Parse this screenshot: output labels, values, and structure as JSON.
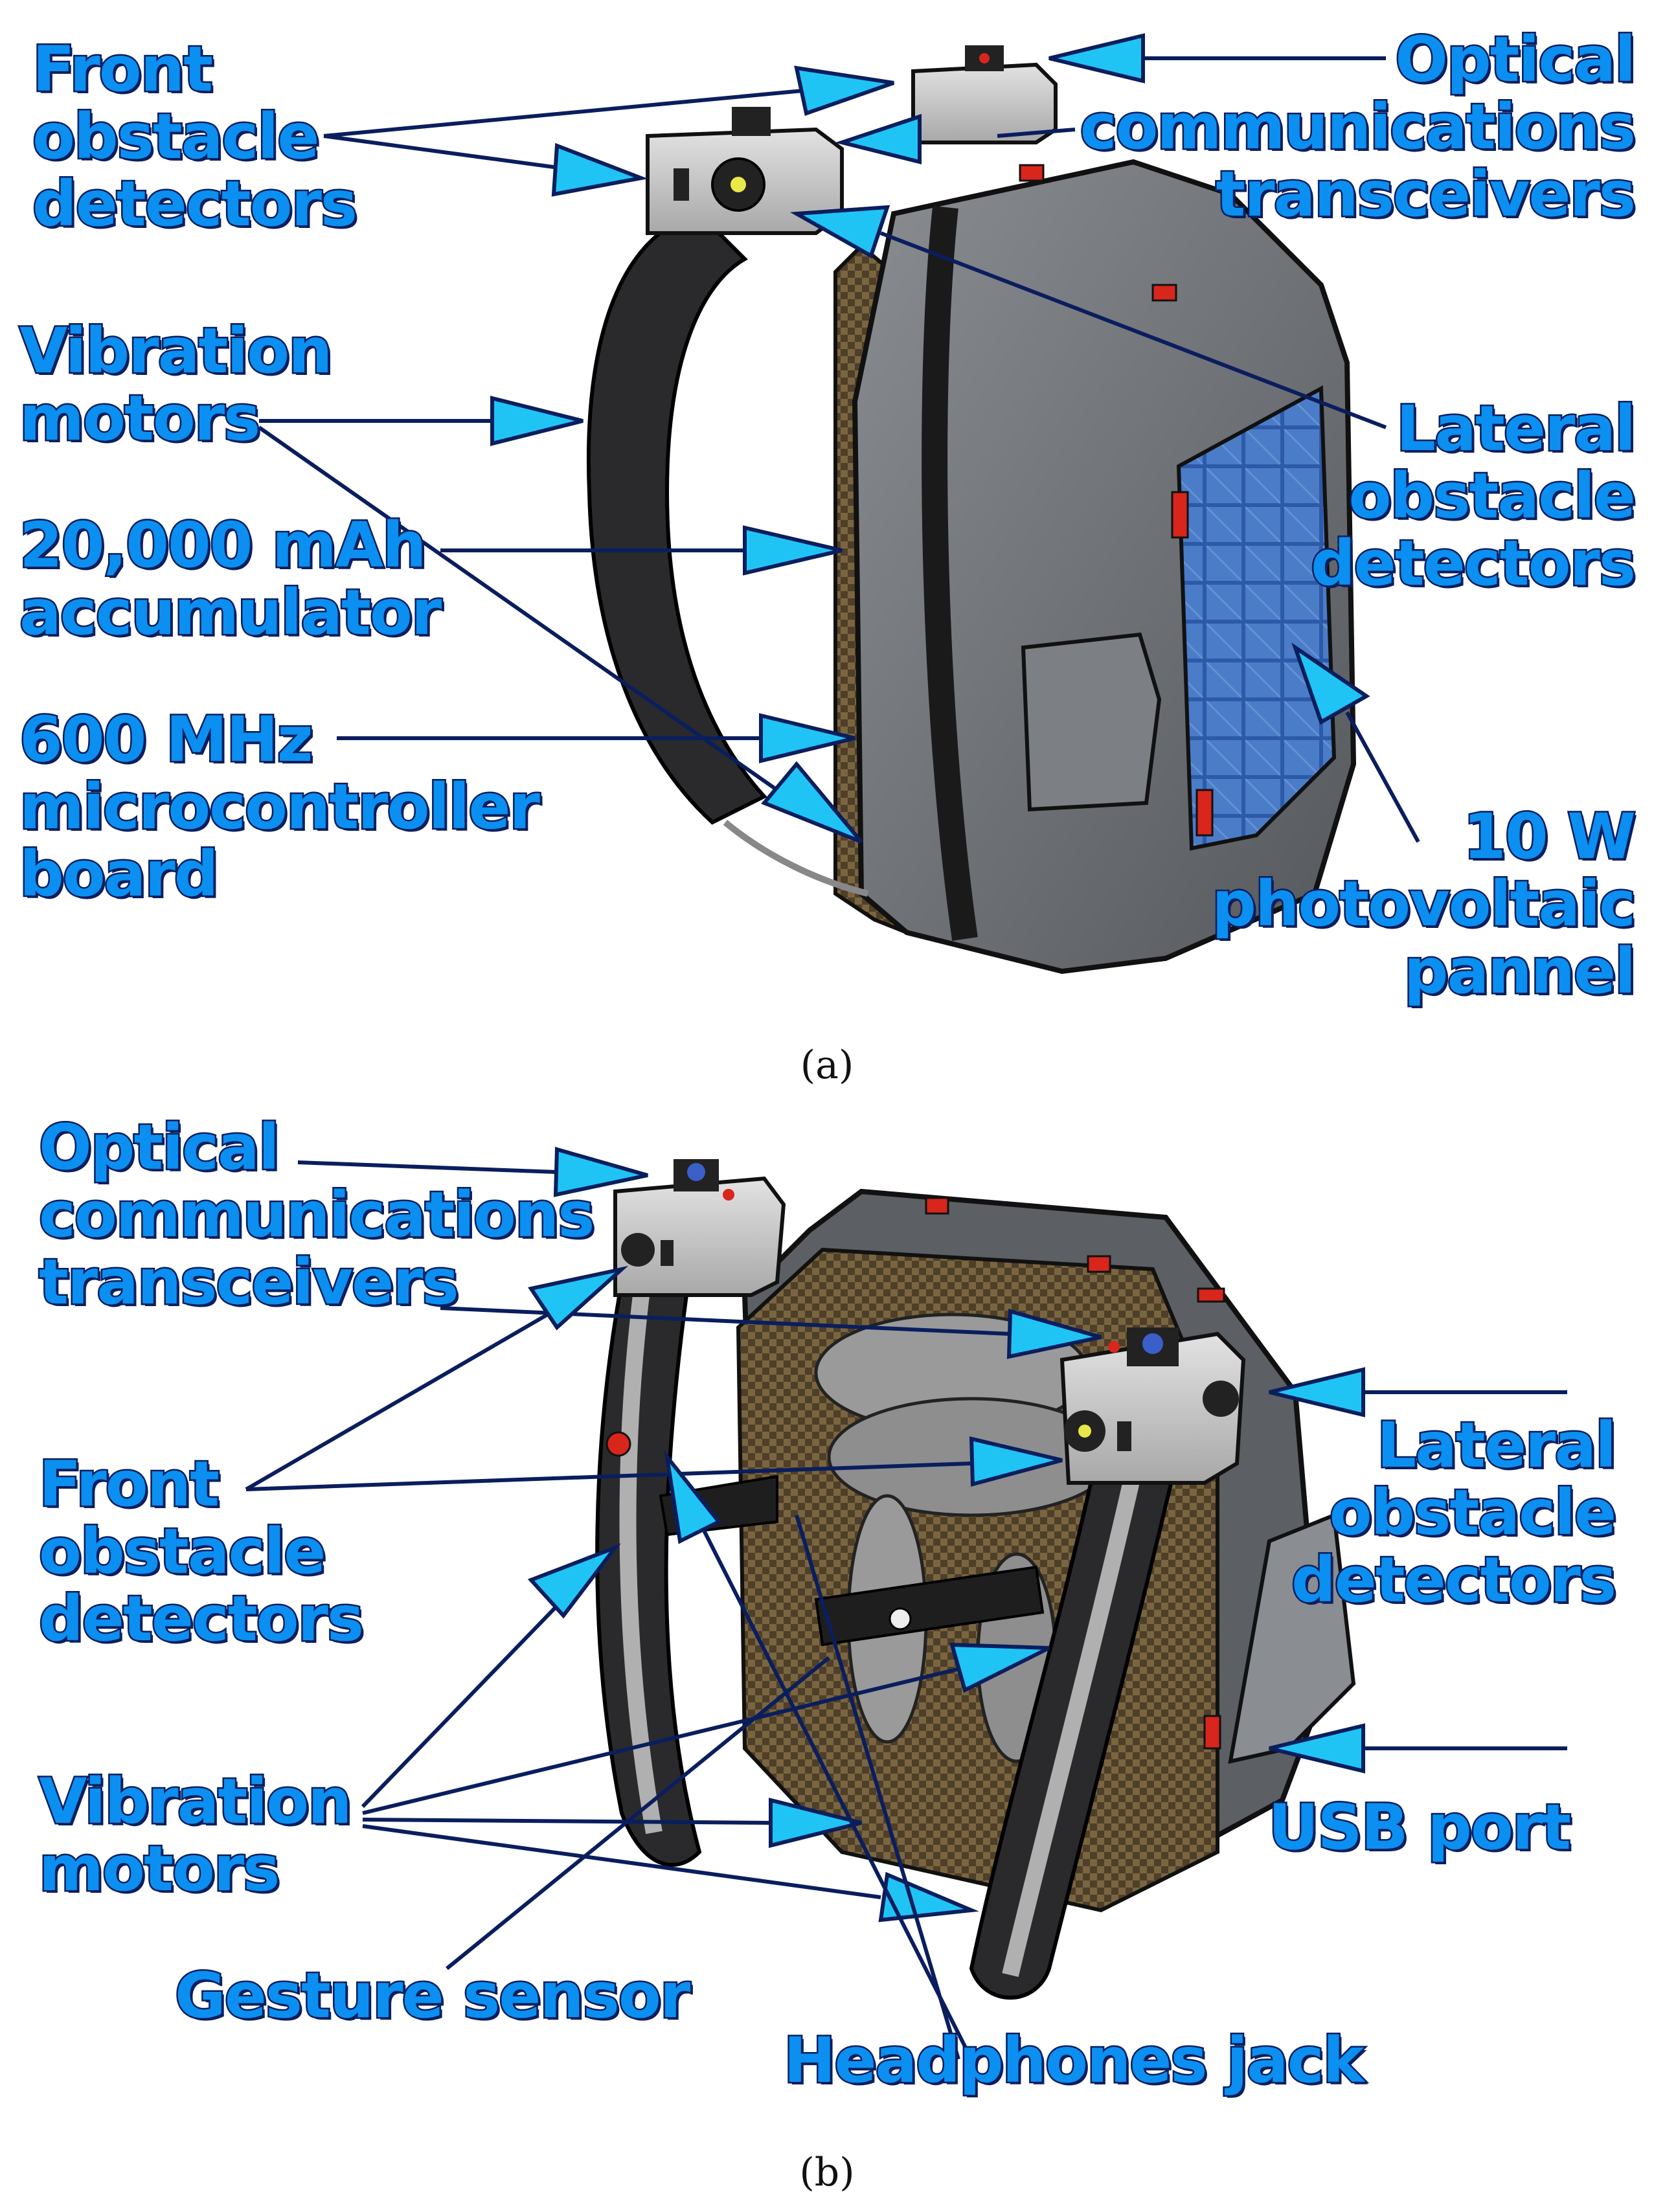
{
  "panel_a": {
    "caption": "(a)",
    "labels": {
      "front_obstacle_detectors": [
        "Front",
        "obstacle",
        "detectors"
      ],
      "optical_transceivers": [
        "Optical",
        "communications",
        "transceivers"
      ],
      "vibration_motors": [
        "Vibration",
        "motors"
      ],
      "accumulator": [
        "20,000 mAh",
        "accumulator"
      ],
      "microcontroller": [
        "600 MHz",
        "microcontroller",
        "board"
      ],
      "lateral_obstacle_detectors": [
        "Lateral",
        "obstacle",
        "detectors"
      ],
      "photovoltaic_panel": [
        "10  W",
        "photovoltaic",
        "pannel"
      ]
    }
  },
  "panel_b": {
    "caption": "(b)",
    "labels": {
      "optical_transceivers": [
        "Optical",
        "communications",
        "transceivers"
      ],
      "front_obstacle_detectors": [
        "Front",
        "obstacle",
        "detectors"
      ],
      "lateral_obstacle_detectors": [
        "Lateral",
        "obstacle",
        "detectors"
      ],
      "vibration_motors": [
        "Vibration",
        "motors"
      ],
      "usb_port": [
        "USB port"
      ],
      "gesture_sensor": [
        "Gesture sensor"
      ],
      "headphones_jack": [
        "Headphones jack"
      ]
    }
  },
  "colors": {
    "label_fill": "#0b8ff0",
    "label_outline": "#0a1e5e",
    "arrow_fill": "#20c4f4",
    "shell_gray": "#6b6e72",
    "strap_black": "#2a2a2c",
    "carbon_fiber": "#5a4a30",
    "solar_blue": "#2d5aa8",
    "clip_red": "#d8261c"
  }
}
